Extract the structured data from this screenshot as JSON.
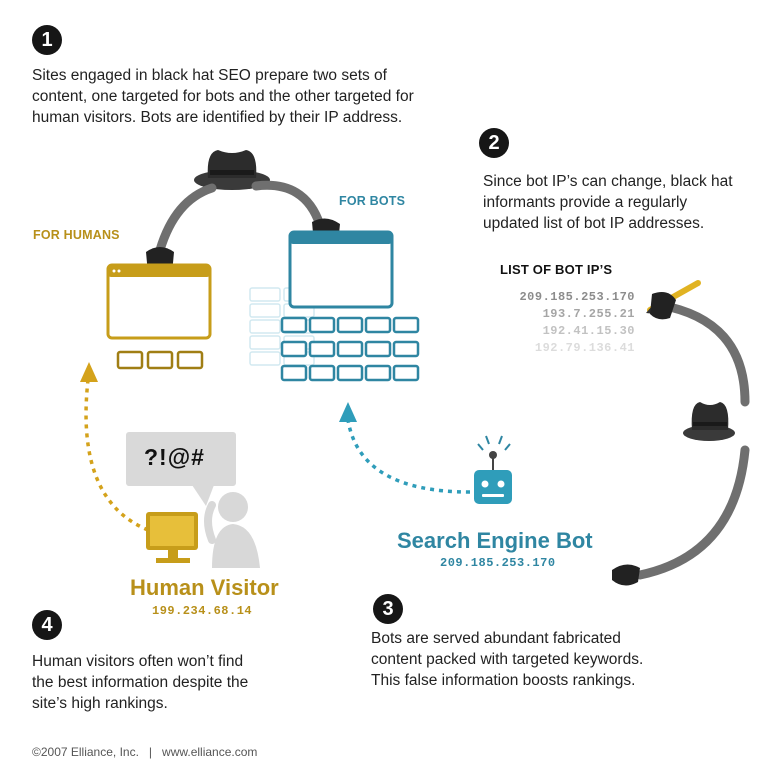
{
  "steps": [
    {
      "number": "1",
      "text": "Sites engaged in black hat SEO prepare two sets of\ncontent, one targeted for bots and the other targeted for\nhuman visitors. Bots are identified by their IP address."
    },
    {
      "number": "2",
      "text": "Since bot IP’s can change, black hat\ninformants provide a regularly\nupdated list of bot IP addresses."
    },
    {
      "number": "3",
      "text": "Bots are served abundant fabricated\ncontent packed with targeted keywords.\nThis false information boosts rankings."
    },
    {
      "number": "4",
      "text": "Human visitors often won’t find\nthe best information despite the\nsite’s high rankings."
    }
  ],
  "labels": {
    "for_humans": "FOR HUMANS",
    "for_bots": "FOR BOTS",
    "list_title": "LIST OF BOT IP’S",
    "speech": "?!@#",
    "human_visitor": "Human Visitor",
    "human_ip": "199.234.68.14",
    "bot_name": "Search Engine Bot",
    "bot_ip": "209.185.253.170"
  },
  "bot_ip_list": [
    {
      "ip": "209.185.253.170",
      "color": "#8c8c8c"
    },
    {
      "ip": "193.7.255.21",
      "color": "#a5a5a5"
    },
    {
      "ip": "192.41.15.30",
      "color": "#c2c2c2"
    },
    {
      "ip": "192.79.136.41",
      "color": "#dcdcdc"
    }
  ],
  "footer": "©2007 Elliance, Inc.   |   www.elliance.com",
  "colors": {
    "gold": "#b8901a",
    "teal": "#2f86a2",
    "black": "#161616"
  }
}
